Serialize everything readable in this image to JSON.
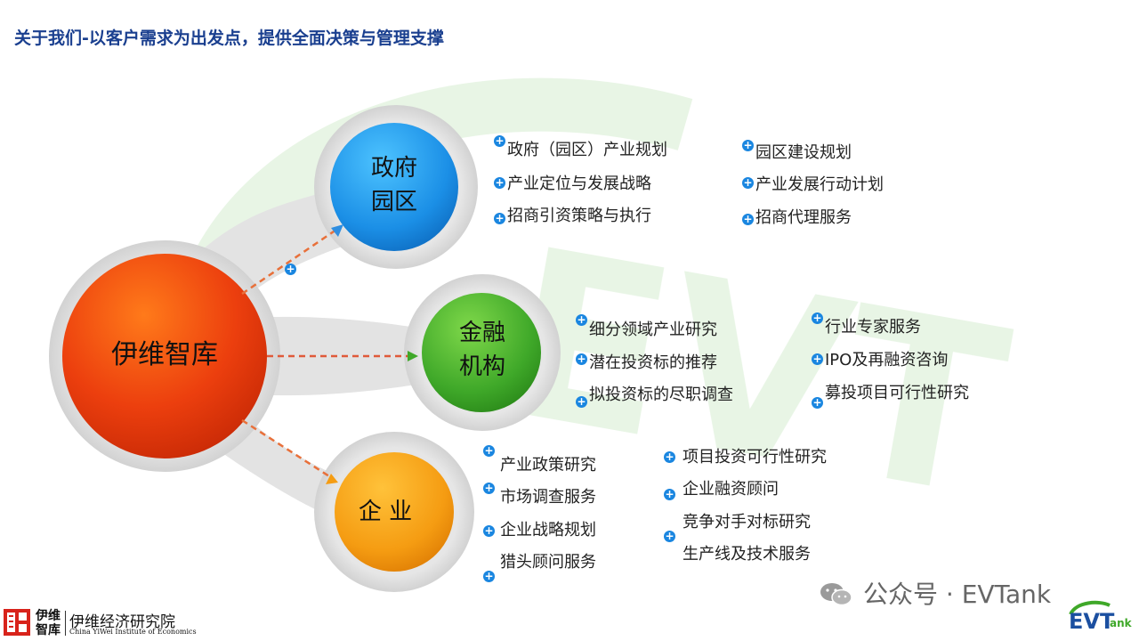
{
  "title": "关于我们-以客户需求为出发点，提供全面决策与管理支撑",
  "center": {
    "label": "伊维智库"
  },
  "nodes": [
    {
      "label_line1": "政府",
      "label_line2": "园区"
    },
    {
      "label_line1": "金融",
      "label_line2": "机构"
    },
    {
      "label": "企 业"
    }
  ],
  "government": {
    "col1": [
      "政府（园区）产业规划",
      "产业定位与发展战略",
      "招商引资策略与执行"
    ],
    "col2": [
      "园区建设规划",
      "产业发展行动计划",
      "招商代理服务"
    ]
  },
  "finance": {
    "col1": [
      "细分领域产业研究",
      "潜在投资标的推荐",
      "拟投资标的尽职调查"
    ],
    "col2": [
      "行业专家服务",
      "IPO及再融资咨询",
      "募投项目可行性研究"
    ]
  },
  "enterprise": {
    "col1": [
      "产业政策研究",
      "市场调查服务",
      "企业战略规划",
      "猎头顾问服务"
    ],
    "col2": [
      "项目投资可行性研究",
      "企业融资顾问",
      "竞争对手对标研究",
      "生产线及技术服务"
    ]
  },
  "footer": {
    "brand_short_line1": "伊维",
    "brand_short_line2": "智库",
    "brand_name": "伊维经济研究院",
    "brand_en": "China YiWei Institute of Economics"
  },
  "watermark": {
    "wechat_text": "公众号 · EVTank"
  },
  "logo": {
    "text": "EVT",
    "sub": "ank"
  },
  "colors": {
    "title": "#1a3f8f",
    "center": "#e83a10",
    "government": "#1b8fe6",
    "finance": "#3fa829",
    "enterprise": "#f59c12",
    "plus": "#1a86e0"
  },
  "icons": [
    "plus-icon",
    "wechat-icon",
    "evtank-logo"
  ]
}
